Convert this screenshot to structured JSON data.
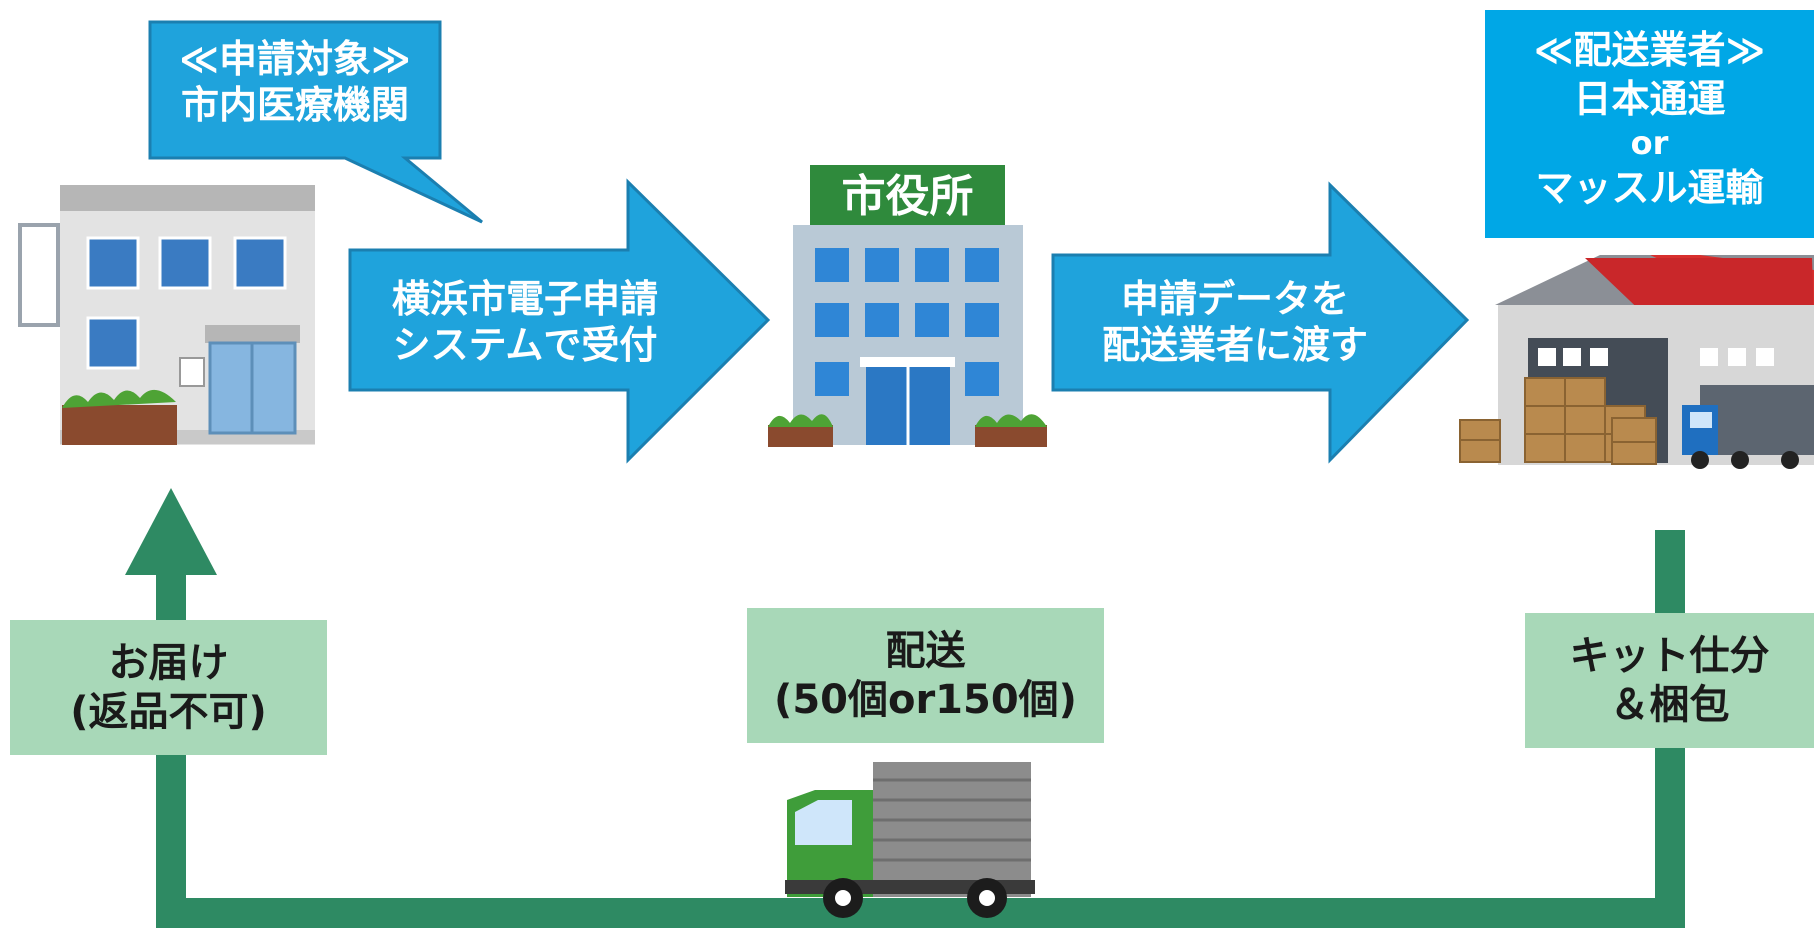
{
  "callout_applicant": {
    "title": "≪申請対象≫",
    "name": "市内医療機関"
  },
  "arrow_receive": {
    "line1": "横浜市電子申請",
    "line2": "システムで受付"
  },
  "city_hall": {
    "sign": "市役所"
  },
  "arrow_transfer": {
    "line1": "申請データを",
    "line2": "配送業者に渡す"
  },
  "carrier_box": {
    "title": "≪配送業者≫",
    "line1": "日本通運",
    "line2": "or",
    "line3": "マッスル運輸"
  },
  "label_delivery_to": {
    "line1": "お届け",
    "line2": "(返品不可)"
  },
  "label_shipping": {
    "line1": "配送",
    "line2": "(50個or150個)"
  },
  "label_packing": {
    "line1": "キット仕分",
    "line2": "＆梱包"
  },
  "colors": {
    "blue": "#1fa3dc",
    "carrier_blue": "#00a7e6",
    "green_line": "#2e8a63",
    "green_box": "#a8d8b8"
  }
}
